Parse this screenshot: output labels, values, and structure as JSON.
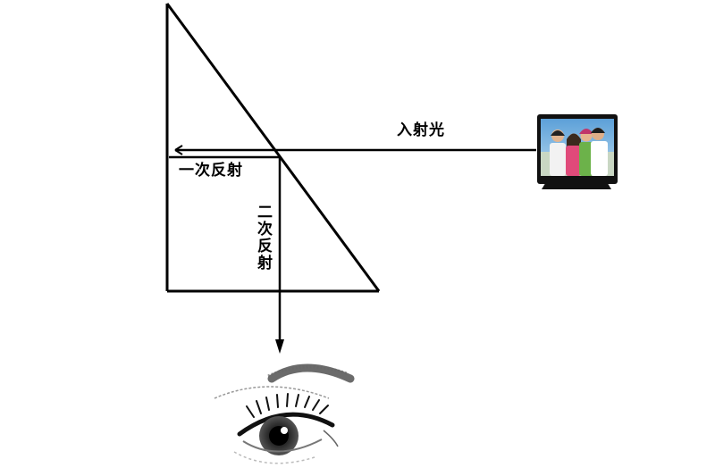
{
  "labels": {
    "incident_light": "入射光",
    "first_reflection": "一次反射",
    "second_reflection": "二次反射"
  },
  "icons": {
    "source": "television-icon",
    "viewer": "eye-icon"
  },
  "colors": {
    "lines": "#000000",
    "background": "#ffffff",
    "tv_frame": "#111111"
  }
}
